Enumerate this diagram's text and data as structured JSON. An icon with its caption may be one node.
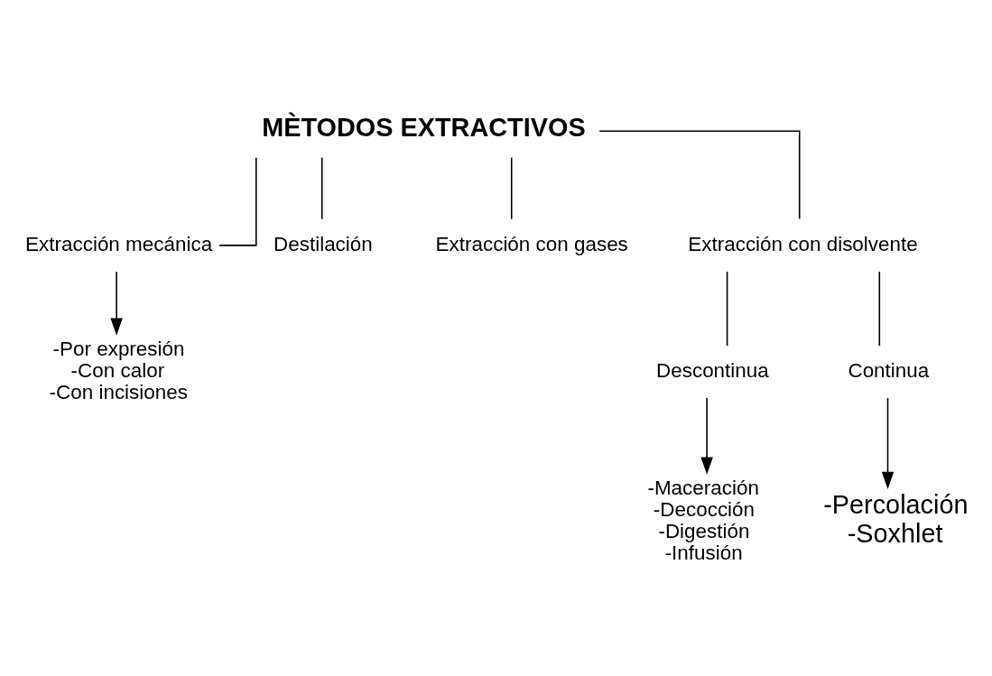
{
  "diagram": {
    "nodes": [
      {
        "text": [
          "MÈTODOS EXTRACTIVOS"
        ]
      },
      {
        "text": [
          "Extracción mecánica"
        ]
      },
      {
        "text": [
          "Destilación"
        ]
      },
      {
        "text": [
          "Extracción con gases"
        ]
      },
      {
        "text": [
          "Extracción con disolvente"
        ]
      },
      {
        "text": [
          "-Por expresión",
          "-Con calor",
          "-Con incisiones"
        ]
      },
      {
        "text": [
          "Descontinua"
        ]
      },
      {
        "text": [
          "Continua"
        ]
      },
      {
        "text": [
          "-Maceración",
          "-Decocción",
          "-Digestión",
          "-Infusión"
        ]
      },
      {
        "text": [
          "-Percolación",
          "-Soxhlet"
        ]
      }
    ],
    "edges": [
      {
        "from": 0,
        "to": 1,
        "arrow": "none"
      },
      {
        "from": 0,
        "to": 2,
        "arrow": "none"
      },
      {
        "from": 0,
        "to": 3,
        "arrow": "none"
      },
      {
        "from": 0,
        "to": 4,
        "arrow": "none"
      },
      {
        "from": 1,
        "to": 5,
        "arrow": "to"
      },
      {
        "from": 4,
        "to": 6,
        "arrow": "none"
      },
      {
        "from": 4,
        "to": 7,
        "arrow": "none"
      },
      {
        "from": 6,
        "to": 8,
        "arrow": "to"
      },
      {
        "from": 7,
        "to": 9,
        "arrow": "to"
      }
    ]
  }
}
